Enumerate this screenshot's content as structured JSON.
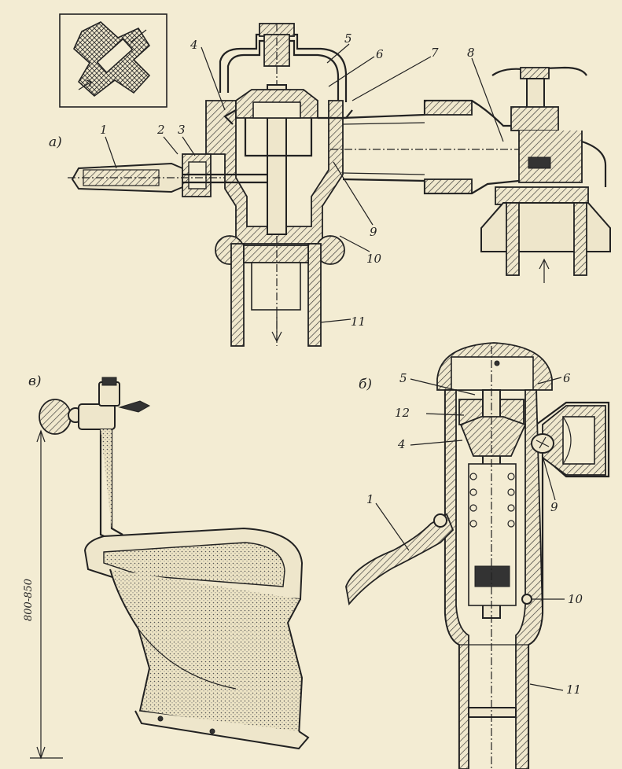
{
  "panels": {
    "a": "а)",
    "b": "б)",
    "v": "в)"
  },
  "labels_a": [
    "1",
    "2",
    "3",
    "4",
    "5",
    "6",
    "7",
    "8",
    "9",
    "10",
    "11"
  ],
  "labels_b": [
    "5",
    "6",
    "12",
    "4",
    "9",
    "1",
    "10",
    "11"
  ],
  "dimension": "800-850",
  "colors": {
    "ink": "#222222",
    "paper": "#f3ecd3"
  }
}
